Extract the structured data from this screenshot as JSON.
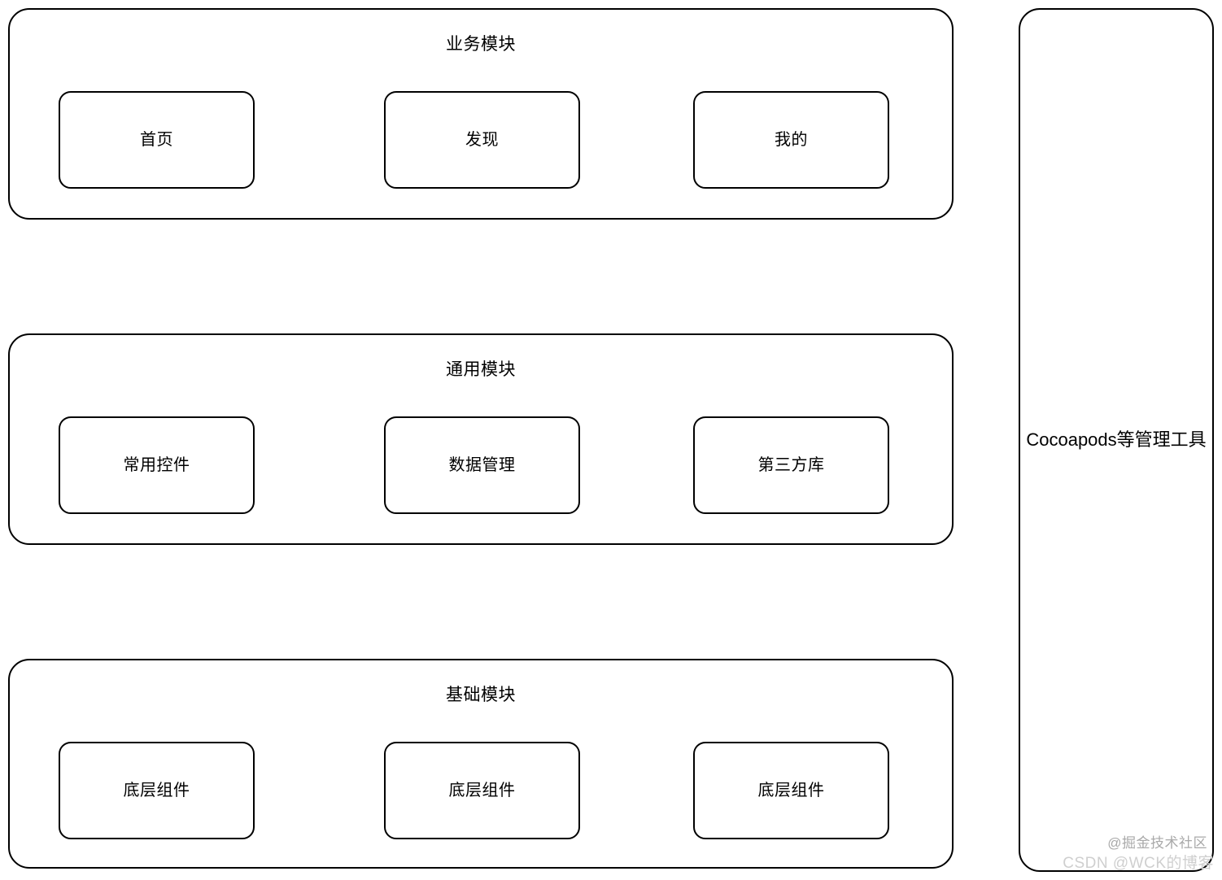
{
  "diagram": {
    "modules": [
      {
        "id": "business",
        "title": "业务模块",
        "submodules": [
          {
            "label": "首页"
          },
          {
            "label": "发现"
          },
          {
            "label": "我的"
          }
        ]
      },
      {
        "id": "common",
        "title": "通用模块",
        "submodules": [
          {
            "label": "常用控件"
          },
          {
            "label": "数据管理"
          },
          {
            "label": "第三方库"
          }
        ]
      },
      {
        "id": "base",
        "title": "基础模块",
        "submodules": [
          {
            "label": "底层组件"
          },
          {
            "label": "底层组件"
          },
          {
            "label": "底层组件"
          }
        ]
      }
    ],
    "side_panel": {
      "label": "Cocoapods等管理工具"
    },
    "watermarks": {
      "juejin": "@掘金技术社区",
      "csdn": "CSDN @WCK的博客"
    },
    "colors": {
      "stroke": "#000000",
      "background": "#ffffff",
      "watermark_primary": "#a9a9a9",
      "watermark_secondary": "#cfcfcf"
    }
  }
}
